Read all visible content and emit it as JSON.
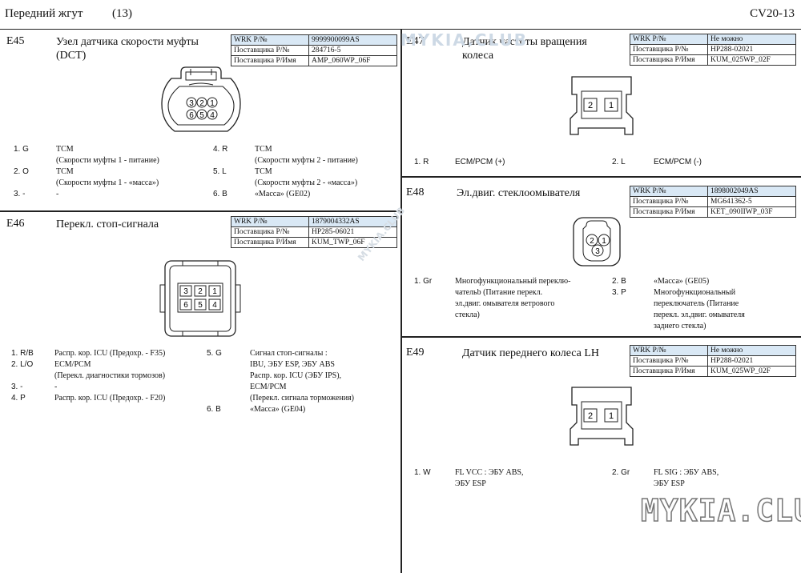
{
  "header": {
    "title": "Передний жгут",
    "page": "(13)",
    "code": "CV20-13"
  },
  "table_labels": {
    "wrk": "WRK P/№",
    "supplier_pn": "Поставщика P/№",
    "supplier_name": "Поставщика P/Имя"
  },
  "e45": {
    "code": "E45",
    "title": "Узел датчика скорости муфты (DCT)",
    "wrk": "9999900099AS",
    "supplier_pn": "284716-5",
    "supplier_name": "AMP_060WP_06F",
    "pins": [
      "3",
      "2",
      "1",
      "6",
      "5",
      "4"
    ],
    "p1": "1. G",
    "p1_desc": "TCM",
    "p1_desc2": "(Скорости муфты 1 - питание)",
    "p2": "2. O",
    "p2_desc": "TCM",
    "p2_desc2": "(Скорости муфты 1 - «масса»)",
    "p3": "3. -",
    "p3_desc": "-",
    "p4": "4. R",
    "p4_desc": "TCM",
    "p4_desc2": "(Скорости муфты 2 - питание)",
    "p5": "5. L",
    "p5_desc": "TCM",
    "p5_desc2": "(Скорости муфты 2 - «масса»)",
    "p6": "6. B",
    "p6_desc": "«Масса» (GE02)"
  },
  "e46": {
    "code": "E46",
    "title": "Перекл. стоп-сигнала",
    "wrk": "1879004332AS",
    "supplier_pn": "HP285-06021",
    "supplier_name": "KUM_TWP_06F",
    "pins": [
      "3",
      "2",
      "1",
      "6",
      "5",
      "4"
    ],
    "p1": "1. R/B",
    "p1_desc": "Распр. кор. ICU (Предохр. - F35)",
    "p2": "2. L/O",
    "p2_desc": "ECM/PCM",
    "p2_desc2": "(Перекл. диагностики тормозов)",
    "p3": "3. -",
    "p3_desc": "-",
    "p4": "4. P",
    "p4_desc": "Распр. кор. ICU (Предохр. - F20)",
    "p5": "5. G",
    "p5_desc": "Сигнал стоп-сигналы :",
    "p5_desc2": "IBU, ЭБУ ESP, ЭБУ ABS",
    "p5_desc3": "Распр. кор. ICU (ЭБУ IPS),",
    "p5_desc4": "ECM/PCM",
    "p5_desc5": "(Перекл. сигнала торможения)",
    "p6": "6. B",
    "p6_desc": "«Масса» (GE04)"
  },
  "e47": {
    "code": "E47",
    "title": "Датчик частоты вращения колеса",
    "wrk": "Не можно",
    "supplier_pn": "HP288-02021",
    "supplier_name": "KUM_025WP_02F",
    "pins": [
      "2",
      "1"
    ],
    "p1": "1. R",
    "p1_desc": "ECM/PCM (+)",
    "p2": "2. L",
    "p2_desc": "ECM/PCM (-)"
  },
  "e48": {
    "code": "E48",
    "title": "Эл.двиг. стеклоомывателя",
    "wrk": "1898002049AS",
    "supplier_pn": "MG641362-5",
    "supplier_name": "KET_090IIWP_03F",
    "pins": [
      "2",
      "1",
      "3"
    ],
    "p1": "1. Gr",
    "p1_desc": "Многофункциональный переклю-",
    "p1_desc2": "чательb (Питание перекл.",
    "p1_desc3": "эл.двиг. омывателя ветрового",
    "p1_desc4": "стекла)",
    "p2": "2. B",
    "p2_desc": "«Масса» (GE05)",
    "p3": "3. P",
    "p3_desc": "Многофункциональный",
    "p3_desc2": "переключатель (Питание",
    "p3_desc3": "перекл. эл.двиг. омывателя",
    "p3_desc4": "заднего стекла)"
  },
  "e49": {
    "code": "E49",
    "title": "Датчик переднего колеса LH",
    "wrk": "Не можно",
    "supplier_pn": "HP288-02021",
    "supplier_name": "KUM_025WP_02F",
    "pins": [
      "2",
      "1"
    ],
    "p1": "1. W",
    "p1_desc": "FL VCC : ЭБУ ABS,",
    "p1_desc2": "ЭБУ ESP",
    "p2": "2. Gr",
    "p2_desc": "FL SIG : ЭБУ ABS,",
    "p2_desc2": "ЭБУ ESP"
  },
  "watermarks": {
    "top": "MYKIA.CLUB",
    "diagonal": "MYKIA.CLUB",
    "bottom": "MYKIA.CLUB"
  }
}
